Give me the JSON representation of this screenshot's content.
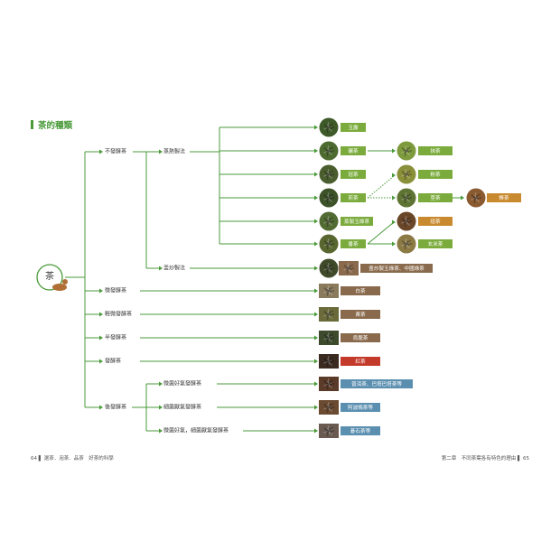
{
  "title": "茶的種類",
  "root": {
    "label": "茶"
  },
  "branches": {
    "unfermented": "不發酵茶",
    "steamed": "蒸熱製法",
    "panfired": "釜炒製法",
    "slight": "微發酵茶",
    "light": "輕微發酵茶",
    "semi": "半發酵茶",
    "full": "發酵茶",
    "post": "後發酵茶",
    "aerobic": "微菌好氣發酵茶",
    "anaerobic": "細菌厭氣發酵茶",
    "both": "微菌好氣，細菌厭氣發酵茶"
  },
  "teas": {
    "gyokuro": "玉露",
    "sencha_sub": "碾茶",
    "kabusecha": "冠茶",
    "sencha": "煎茶",
    "tamaryokucha": "蒸製玉綠茶",
    "bancha": "番茶",
    "matcha": "抹茶",
    "konacha": "粉茶",
    "kukicha": "莖茶",
    "bocha": "棒茶",
    "hojicha": "焙茶",
    "genmaicha": "玄米茶",
    "kamairi": "釜炒製玉綠茶、中國綠茶",
    "white": "白茶",
    "yellow": "黃茶",
    "oolong": "烏龍茶",
    "black": "紅茶",
    "puer": "普洱茶、巴塔巴塔茶等",
    "awa": "阿波晚茶等",
    "goishi": "碁石茶等"
  },
  "footer": {
    "left": "64 ▌ 選茶．泡茶．品茶　好茶的科學",
    "right": "第二章　不同茶葉各有特色的理由 ▌ 65"
  },
  "colors": {
    "line": "#4a9a3a",
    "green_label": "#7aab3c",
    "orange_label": "#c9892e",
    "brown_label": "#8a6a4c",
    "red_label": "#c43a2a",
    "blue_label": "#5b8fb0"
  }
}
